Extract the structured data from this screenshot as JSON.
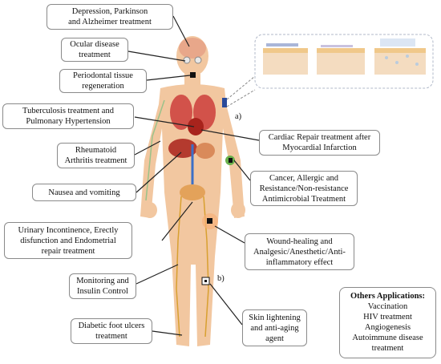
{
  "labels": {
    "depression": "Depression, Parkinson\nand Alzheimer treatment",
    "ocular": "Ocular disease\ntreatment",
    "periodontal": "Periodontal tissue\nregeneration",
    "tuberculosis": "Tuberculosis treatment and\nPulmonary Hypertension",
    "rheumatoid": "Rheumatoid\nArthritis treatment",
    "nausea": "Nausea and vomiting",
    "urinary": "Urinary Incontinence, Erectly\ndisfunction and Endometrial\nrepair treatment",
    "monitoring": "Monitoring and\nInsulin Control",
    "diabetic": "Diabetic foot ulcers\ntreatment",
    "cardiac": "Cardiac Repair treatment after\nMyocardial Infarction",
    "cancer": "Cancer, Allergic and\nResistance/Non-resistance\nAntimicrobial Treatment",
    "wound": "Wound-healing and\nAnalgesic/Anesthetic/Anti-\ninflammatory effect",
    "skin": "Skin lightening\nand anti-aging\nagent"
  },
  "panel_markers": {
    "a": "a)",
    "b": "b)"
  },
  "others": {
    "title": "Others Applications:",
    "items": [
      "Vaccination",
      "HIV treatment",
      "Angiogenesis",
      "Autoimmune disease\ntreatment"
    ]
  },
  "colors": {
    "skin": "#f2c7a0",
    "organ_red": "#c0392b",
    "line": "#222222",
    "patch": "#5aa04a"
  }
}
